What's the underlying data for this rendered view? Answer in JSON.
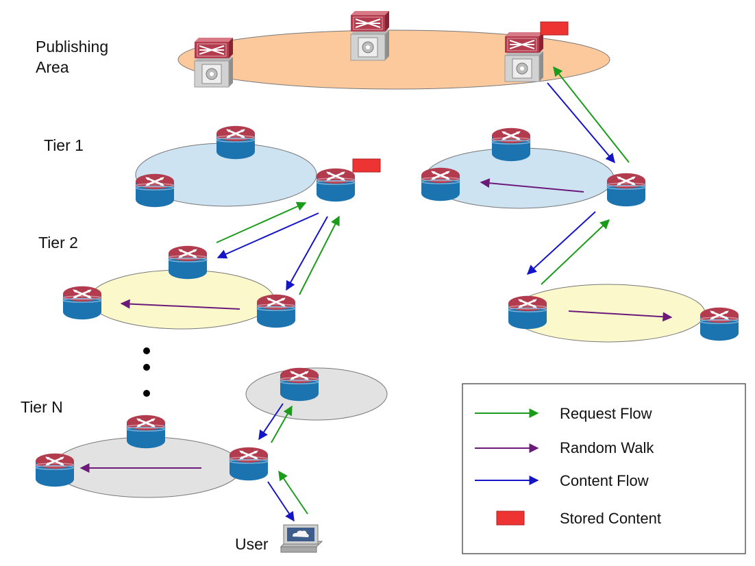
{
  "labels": {
    "publishing_line1": "Publishing",
    "publishing_line2": "Area",
    "tier1": "Tier 1",
    "tier2": "Tier 2",
    "tierN": "Tier N",
    "user": "User"
  },
  "legend": {
    "request_flow": "Request  Flow",
    "random_walk": "Random Walk",
    "content_flow": "Content  Flow",
    "stored_content": "Stored  Content"
  },
  "colors": {
    "request_flow": "#1a9b1a",
    "random_walk": "#6b1a7a",
    "content_flow": "#1515c8",
    "stored_content": "#ee3333",
    "publishing_area": "#fcc99c",
    "tier1_area": "#cde3f2",
    "tier2_area": "#fbf8cc",
    "tierN_area": "#e2e2e2"
  },
  "icons": {
    "server": "server-icon",
    "router": "router-icon",
    "computer": "computer-icon"
  }
}
